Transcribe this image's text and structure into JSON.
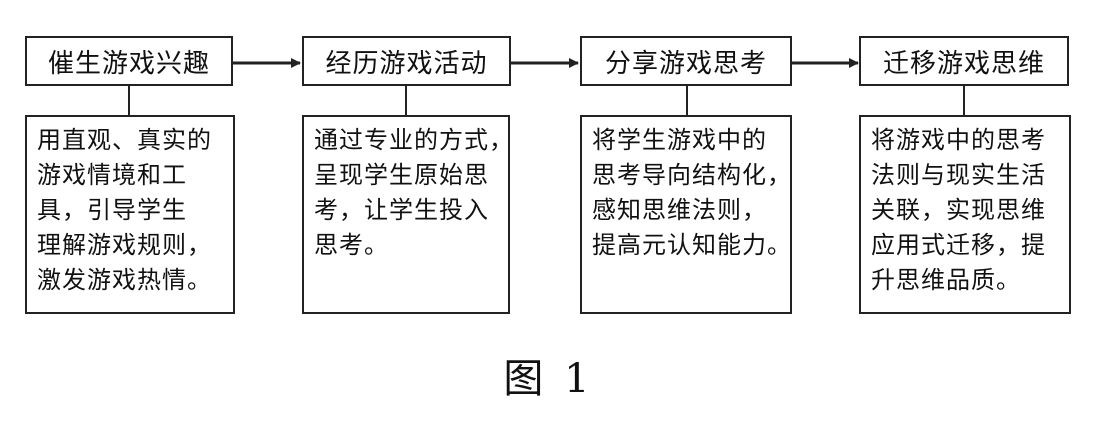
{
  "steps": [
    {
      "title": "催生游戏兴趣",
      "lines": [
        "用直观、真实的",
        "游戏情境和工",
        "具，引导学生",
        "理解游戏规则，",
        "激发游戏热情。"
      ]
    },
    {
      "title": "经历游戏活动",
      "lines": [
        "通过专业的方式，",
        "呈现学生原始思",
        "考，让学生投入",
        "思考。"
      ]
    },
    {
      "title": "分享游戏思考",
      "lines": [
        "将学生游戏中的",
        "思考导向结构化，",
        "感知思维法则，",
        "提高元认知能力。"
      ]
    },
    {
      "title": "迁移游戏思维",
      "lines": [
        "将游戏中的思考",
        "法则与现实生活",
        "关联，实现思维",
        "应用式迁移，提",
        "升思维品质。"
      ]
    }
  ],
  "caption": "图 1",
  "colors": {
    "line": "#222222",
    "text": "#111111"
  }
}
